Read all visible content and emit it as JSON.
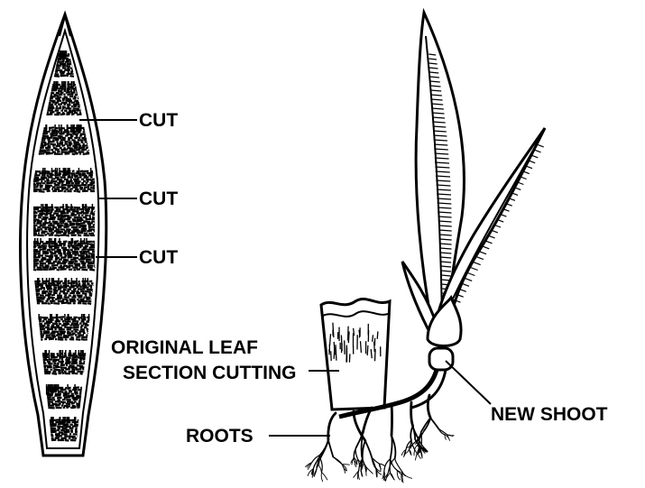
{
  "labels": {
    "cut_top": "CUT",
    "cut_middle": "CUT",
    "cut_bottom": "CUT",
    "original_leaf_line1": "ORIGINAL LEAF",
    "original_leaf_line2": "SECTION CUTTING",
    "roots": "ROOTS",
    "new_shoot": "NEW SHOOT"
  },
  "colors": {
    "ink": "#000000",
    "paper": "#ffffff"
  }
}
